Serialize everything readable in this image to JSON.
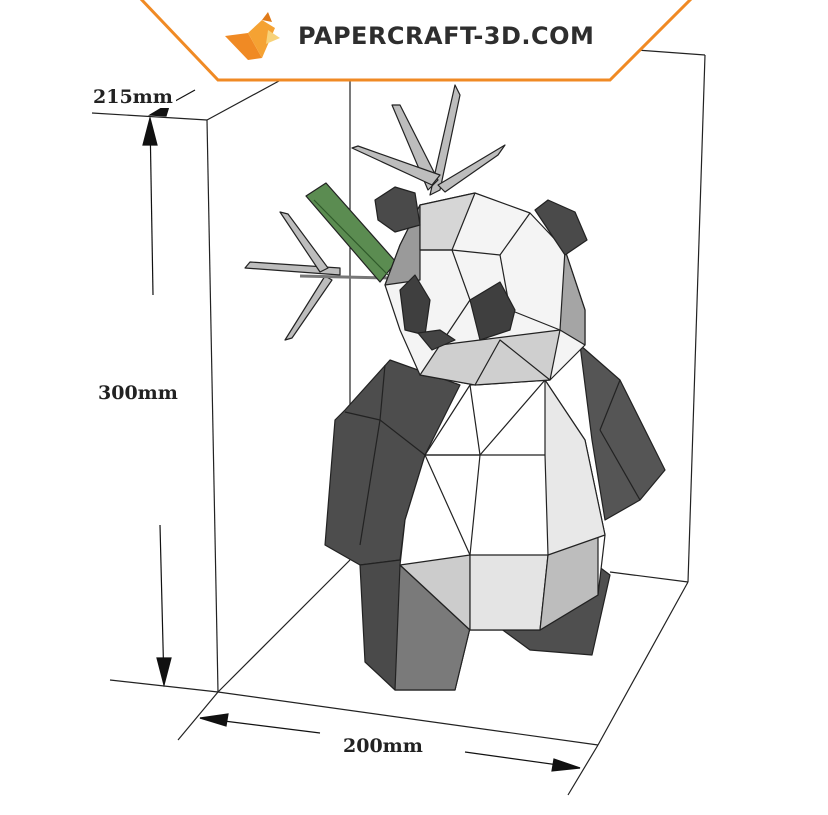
{
  "brand": {
    "name": "PAPERCRAFT-3D.COM",
    "accent_color": "#f08a24",
    "logo_icon": "origami-fox-icon"
  },
  "dimensions": {
    "depth": "215mm",
    "height": "300mm",
    "width": "200mm"
  },
  "model": {
    "subject": "panda-with-bamboo",
    "bamboo_color": "#5b8c51"
  }
}
